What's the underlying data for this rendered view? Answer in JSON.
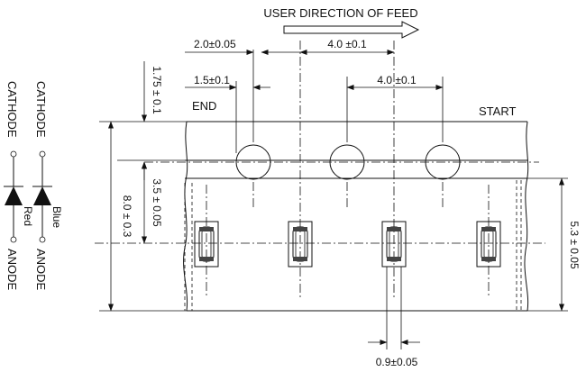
{
  "labels": {
    "feed_direction": "USER DIRECTION OF FEED",
    "end": "END",
    "start": "START"
  },
  "dimensions": {
    "hole_offset": "2.0±0.05",
    "hole_pitch": "4.0 ±0.1",
    "hole_diameter": "1.5±0.1",
    "pocket_pitch": "4.0 ±0.1",
    "edge_to_hole": "1.75 ± 0.1",
    "tape_width": "8.0 ± 0.3",
    "hole_to_pocket": "3.5 ± 0.05",
    "cover_width": "5.3 ± 0.05",
    "pocket_width": "0.9±0.05"
  },
  "polarity": {
    "left": {
      "top": "CATHODE",
      "bottom": "ANODE",
      "color": "Red"
    },
    "right": {
      "top": "CATHODE",
      "bottom": "ANODE",
      "color": "Blue"
    }
  }
}
